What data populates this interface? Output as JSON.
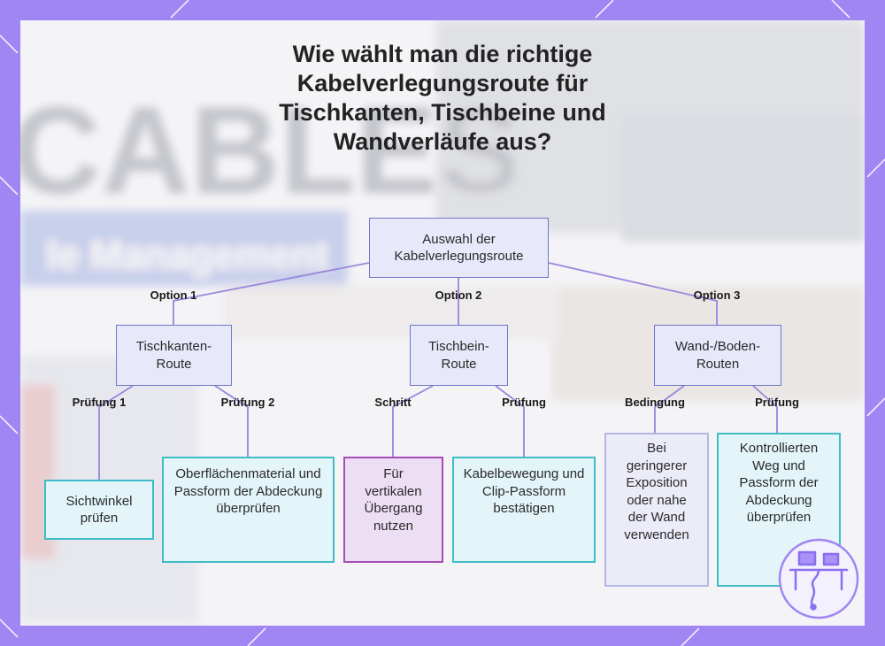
{
  "title_lines": [
    "Wie wählt man die richtige",
    "Kabelverlegungsroute für",
    "Tischkanten, Tischbeine und",
    "Wandverläufe aus?"
  ],
  "root": "Auswahl der Kabelverlegungsroute",
  "option_labels": [
    "Option 1",
    "Option 2",
    "Option 3"
  ],
  "level2": [
    "Tischkanten-Route",
    "Tischbein-Route",
    "Wand-/Boden-Routen"
  ],
  "level3_labels": [
    "Prüfung 1",
    "Prüfung 2",
    "Schritt",
    "Prüfung",
    "Bedingung",
    "Prüfung"
  ],
  "leaves": [
    "Sichtwinkel prüfen",
    "Oberflächenmaterial und Passform der Abdeckung überprüfen",
    "Für vertikalen Übergang nutzen",
    "Kabelbewegung und Clip-Passform bestätigen",
    "Bei geringerer Exposition oder nahe der Wand verwenden",
    "Kontrollierten Weg und Passform der Abdeckung überprüfen"
  ],
  "background_text": [
    "CABLES",
    "le Management"
  ],
  "colors": {
    "frame": "#9f86f2",
    "connector": "#9a86dc",
    "node_border": "#6e78c9",
    "teal": "#3fbcc6",
    "purple": "#a74bb9",
    "lavender": "#b4b7e6"
  },
  "logo_icon": "desk-cable-icon"
}
